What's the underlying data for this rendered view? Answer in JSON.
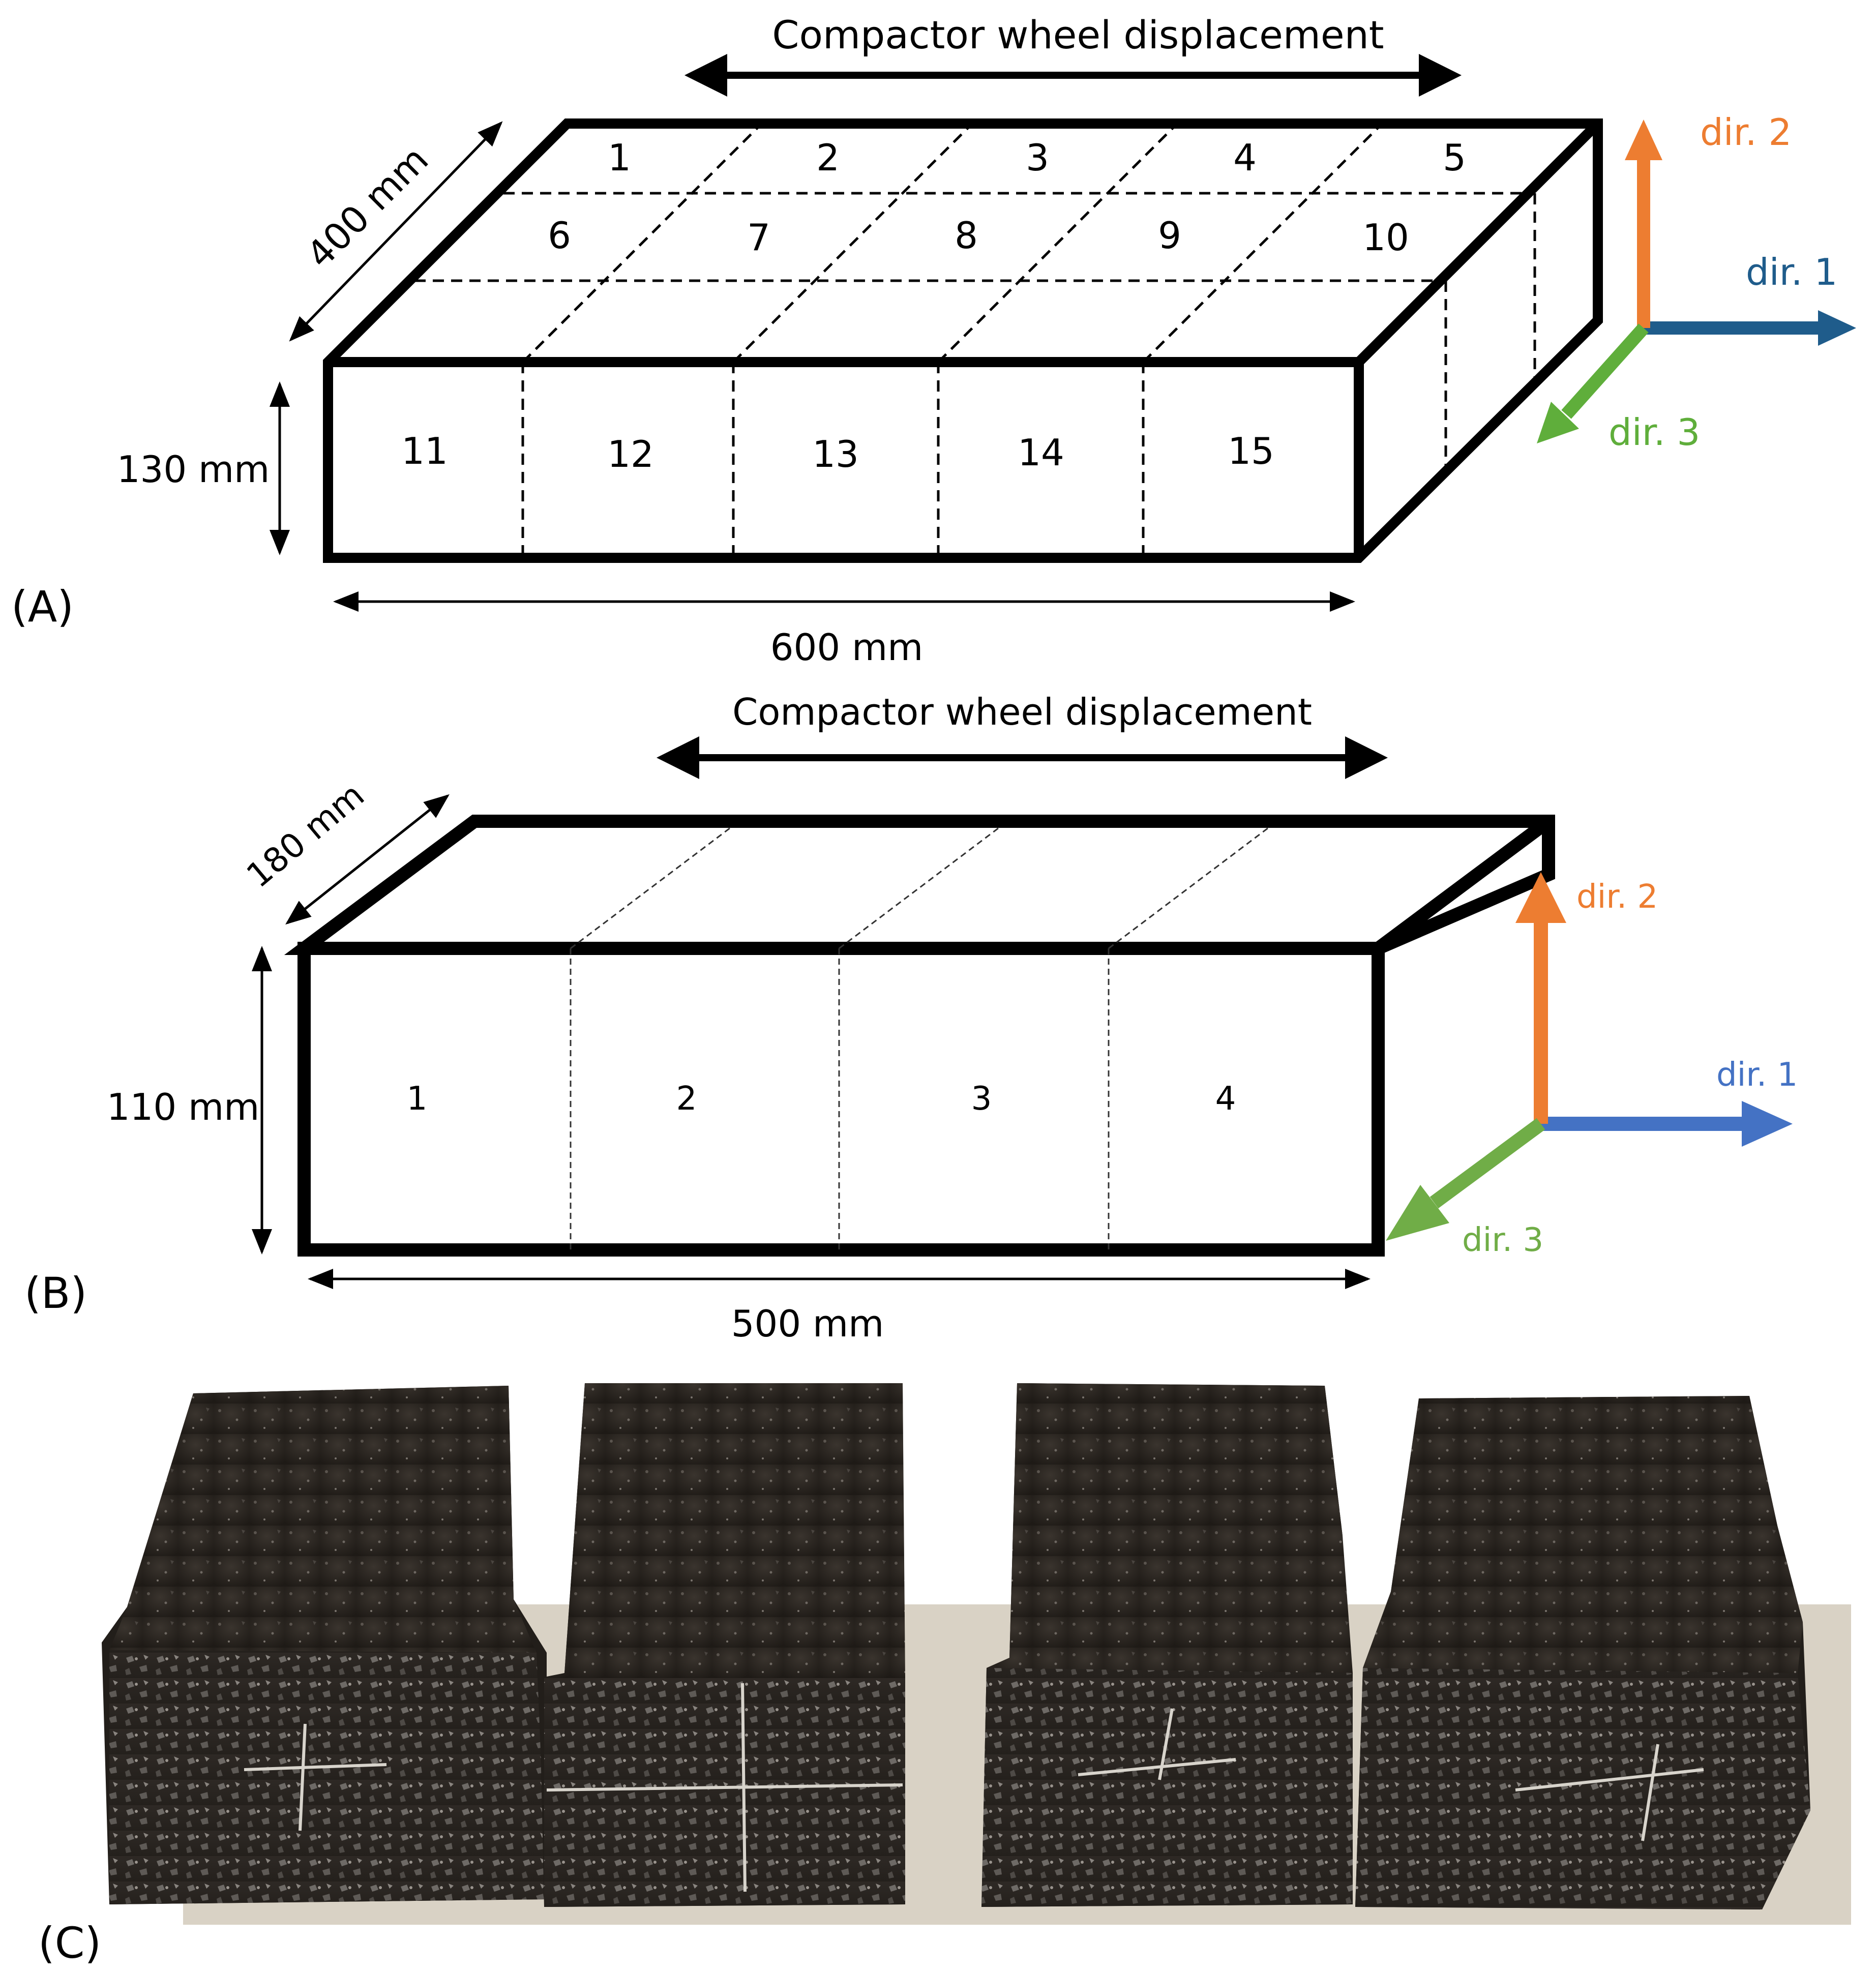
{
  "panel_a": {
    "panel_label": "(A)",
    "motion_label": "Compactor wheel displacement",
    "depth_label": "400 mm",
    "height_label": "130 mm",
    "length_label": "600 mm",
    "top_cells": [
      "1",
      "2",
      "3",
      "4",
      "5",
      "6",
      "7",
      "8",
      "9",
      "10"
    ],
    "front_cells": [
      "11",
      "12",
      "13",
      "14",
      "15"
    ],
    "axes": {
      "dir1": {
        "label": "dir. 1",
        "color": "#1F5C8B"
      },
      "dir2": {
        "label": "dir. 2",
        "color": "#ED7D31"
      },
      "dir3": {
        "label": "dir. 3",
        "color": "#5FAE3B"
      }
    }
  },
  "panel_b": {
    "panel_label": "(B)",
    "motion_label": "Compactor wheel displacement",
    "depth_label": "180 mm",
    "height_label": "110 mm",
    "length_label": "500 mm",
    "front_cells": [
      "1",
      "2",
      "3",
      "4"
    ],
    "axes": {
      "dir1": {
        "label": "dir. 1",
        "color": "#4472C4"
      },
      "dir2": {
        "label": "dir. 2",
        "color": "#ED7D31"
      },
      "dir3": {
        "label": "dir. 3",
        "color": "#70AD47"
      }
    }
  },
  "panel_c": {
    "panel_label": "(C)",
    "specimen_count": 4,
    "photo_colors": {
      "backdrop": "#D9D2C5",
      "asphalt": "#2A2520",
      "aggregate": "#6E6A66"
    }
  }
}
